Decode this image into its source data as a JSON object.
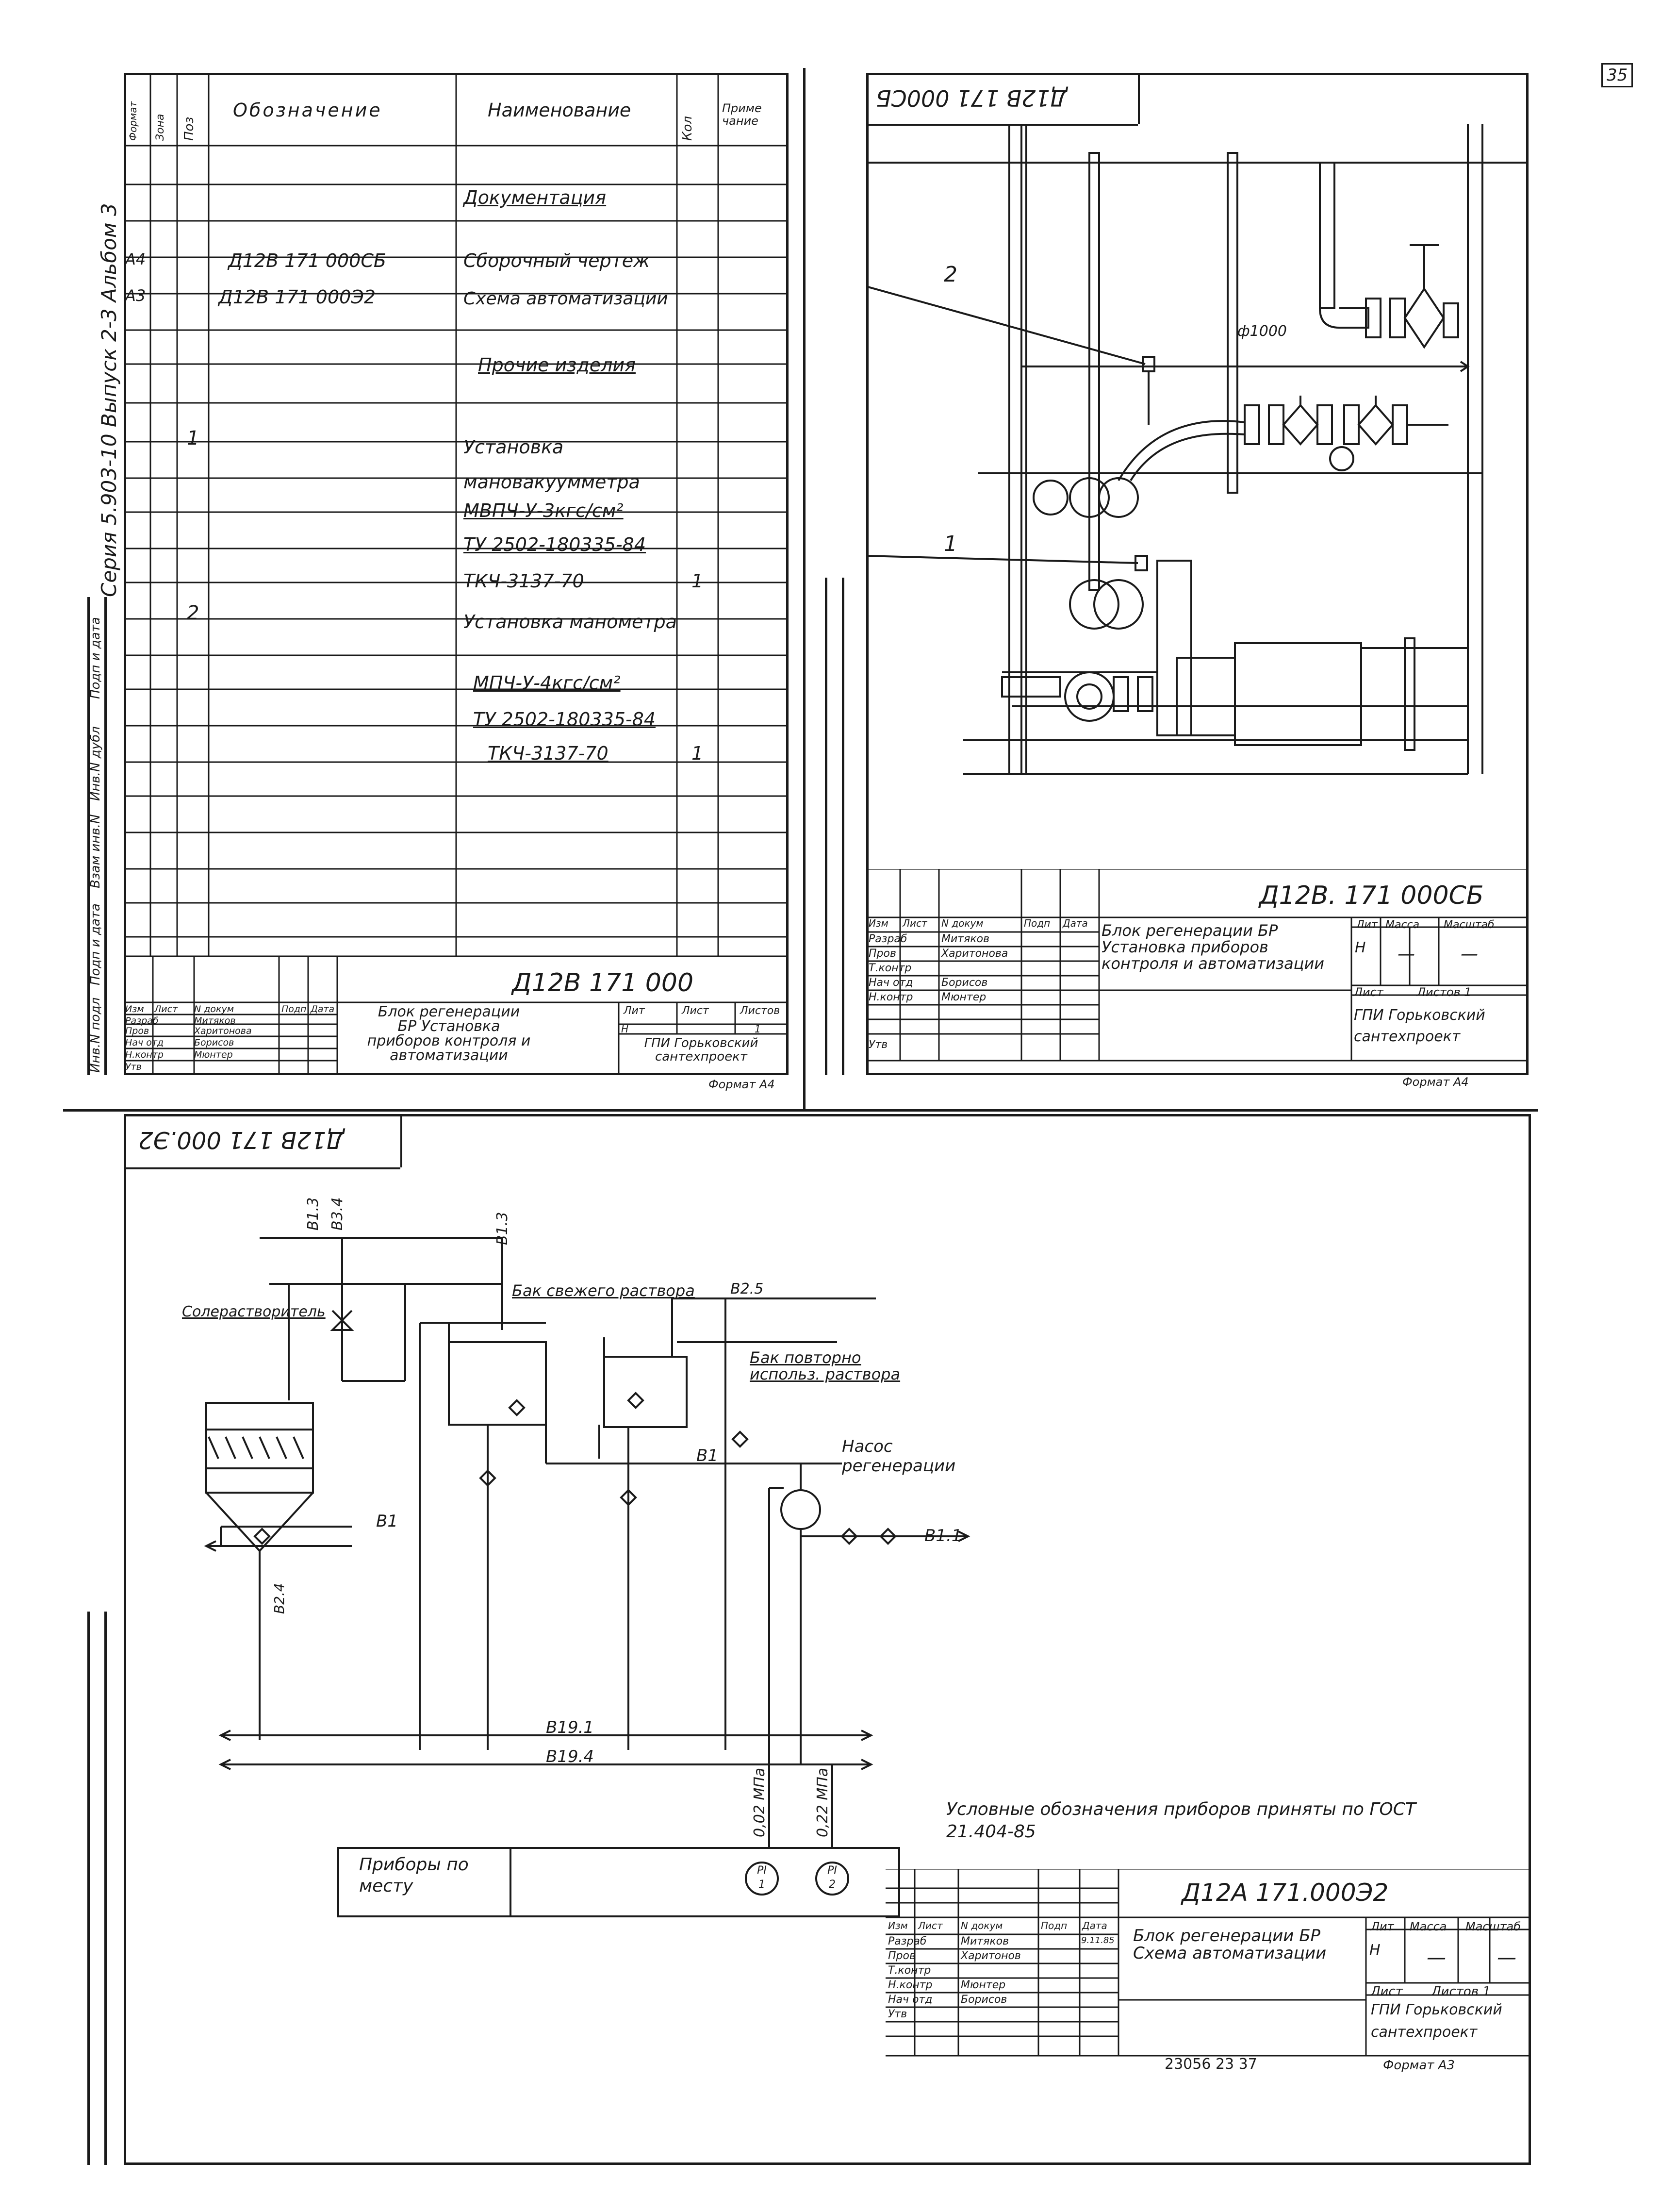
{
  "page_number": "35",
  "sheet1": {
    "side_series": "Серия 5.903-10 Выпуск 2-3 Альбом 3",
    "side_fields": [
      "Инв.N подл",
      "Подп и дата",
      "Взам инв.N",
      "Инв.N дубл",
      "Подп и дата"
    ],
    "headers": {
      "format": "Формат",
      "zone": "Зона",
      "pos": "Поз",
      "designation": "Обозначение",
      "name": "Наименование",
      "qty": "Кол",
      "note": "Приме чание"
    },
    "rows": [
      {
        "format": "",
        "pos": "",
        "designation": "",
        "name": "Документация",
        "qty": ""
      },
      {
        "format": "А4",
        "pos": "",
        "designation": "Д12В 171 000СБ",
        "name": "Сборочный чертеж",
        "qty": ""
      },
      {
        "format": "А3",
        "pos": "",
        "designation": "Д12В 171 000Э2",
        "name": "Схема автоматизации",
        "qty": ""
      },
      {
        "format": "",
        "pos": "",
        "designation": "",
        "name": "Прочие изделия",
        "qty": ""
      },
      {
        "format": "",
        "pos": "1",
        "designation": "",
        "name": "Установка мановакуумметра",
        "qty": ""
      },
      {
        "format": "",
        "pos": "",
        "designation": "",
        "name": "МВПЧ-У-3кгс/см²",
        "qty": ""
      },
      {
        "format": "",
        "pos": "",
        "designation": "",
        "name": "ТУ 2502-180335-84",
        "qty": ""
      },
      {
        "format": "",
        "pos": "",
        "designation": "",
        "name": "ТКЧ-3137-70",
        "qty": "1"
      },
      {
        "format": "",
        "pos": "2",
        "designation": "",
        "name": "Установка манометра",
        "qty": ""
      },
      {
        "format": "",
        "pos": "",
        "designation": "",
        "name": "МПЧ-У-4кгс/см²",
        "qty": ""
      },
      {
        "format": "",
        "pos": "",
        "designation": "",
        "name": "ТУ 2502-180335-84",
        "qty": ""
      },
      {
        "format": "",
        "pos": "",
        "designation": "",
        "name": "ТКЧ-3137-70",
        "qty": "1"
      }
    ],
    "title_block": {
      "code": "Д12В 171 000",
      "title": "Блок регенерации БР Установка приборов контроля и автоматизации",
      "labels": [
        "Изм",
        "Лист",
        "N докум",
        "Подп",
        "Дата"
      ],
      "roles": [
        {
          "role": "Разраб",
          "name": "Митяков"
        },
        {
          "role": "Пров",
          "name": "Харитонова"
        },
        {
          "role": "Нач отд",
          "name": "Борисов"
        },
        {
          "role": "Н.контр",
          "name": "Мюнтер"
        },
        {
          "role": "Утв",
          "name": ""
        }
      ],
      "lit_headers": [
        "Лит",
        "Лист",
        "Листов"
      ],
      "lit_values": [
        "Н",
        "",
        "1"
      ],
      "org": "ГПИ Горьковский сантехпроект",
      "format": "Формат А4"
    }
  },
  "sheet2": {
    "stamp_top": "Д12В 171 000СБ",
    "dimension": "ф1000",
    "callouts": [
      "2",
      "1"
    ],
    "title_block": {
      "code": "Д12В. 171 000СБ",
      "title": "Блок регенерации БР Установка приборов контроля и автоматизации",
      "lit_headers": [
        "Лит",
        "Масса",
        "Масштаб"
      ],
      "lit_values": [
        "Н",
        "—",
        "—"
      ],
      "sheet": "Лист",
      "sheets": "Листов 1",
      "org": "ГПИ Горьковский сантехпроект",
      "roles": [
        {
          "role": "Разраб",
          "name": "Митяков"
        },
        {
          "role": "Пров",
          "name": "Харитонова"
        },
        {
          "role": "Т.контр",
          "name": ""
        },
        {
          "role": "Нач отд",
          "name": "Борисов"
        },
        {
          "role": "Н.контр",
          "name": "Мюнтер"
        },
        {
          "role": "Утв",
          "name": ""
        }
      ],
      "labels": [
        "Изм",
        "Лист",
        "N докум",
        "Подп",
        "Дата"
      ],
      "format": "Формат А4"
    }
  },
  "sheet3": {
    "stamp_top": "Д12В 171 000.Э2",
    "labels": {
      "salt": "Солерастворитель",
      "fresh_tank": "Бак свежего раствора",
      "reuse_tank": "Бак повторно использ. раствора",
      "pump": "Насос регенерации"
    },
    "pipes": [
      "В1.3",
      "В3.4",
      "В1.3",
      "В2.5",
      "В1",
      "В1",
      "В1.1",
      "В19.1",
      "В19.4",
      "В2.4"
    ],
    "pressures": [
      "0,02 МПа",
      "0,22 МПа"
    ],
    "instruments_label": "Приборы по месту",
    "instruments": [
      {
        "code": "PI",
        "num": "1"
      },
      {
        "code": "PI",
        "num": "2"
      }
    ],
    "note": "Условные обозначения приборов приняты по ГОСТ 21.404-85",
    "title_block": {
      "code": "Д12А 171.000Э2",
      "title": "Блок регенерации БР Схема автоматизации",
      "lit_headers": [
        "Лит",
        "Масса",
        "Масштаб"
      ],
      "lit_values": [
        "Н",
        "—",
        "—"
      ],
      "sheet": "Лист",
      "sheets": "Листов 1",
      "org": "ГПИ Горьковский сантехпроект",
      "roles": [
        {
          "role": "Разраб",
          "name": "Митяков"
        },
        {
          "role": "Пров",
          "name": "Харитонов"
        },
        {
          "role": "Т.контр",
          "name": ""
        },
        {
          "role": "Н.контр",
          "name": "Мюнтер"
        },
        {
          "role": "Нач отд",
          "name": "Борисов"
        },
        {
          "role": "Утв",
          "name": ""
        }
      ],
      "labels": [
        "Изм",
        "Лист",
        "N докум",
        "Подп",
        "Дата"
      ],
      "date_value": "9.11.85",
      "format": "Формат А3"
    },
    "bottom_number": "23056 23 37"
  }
}
